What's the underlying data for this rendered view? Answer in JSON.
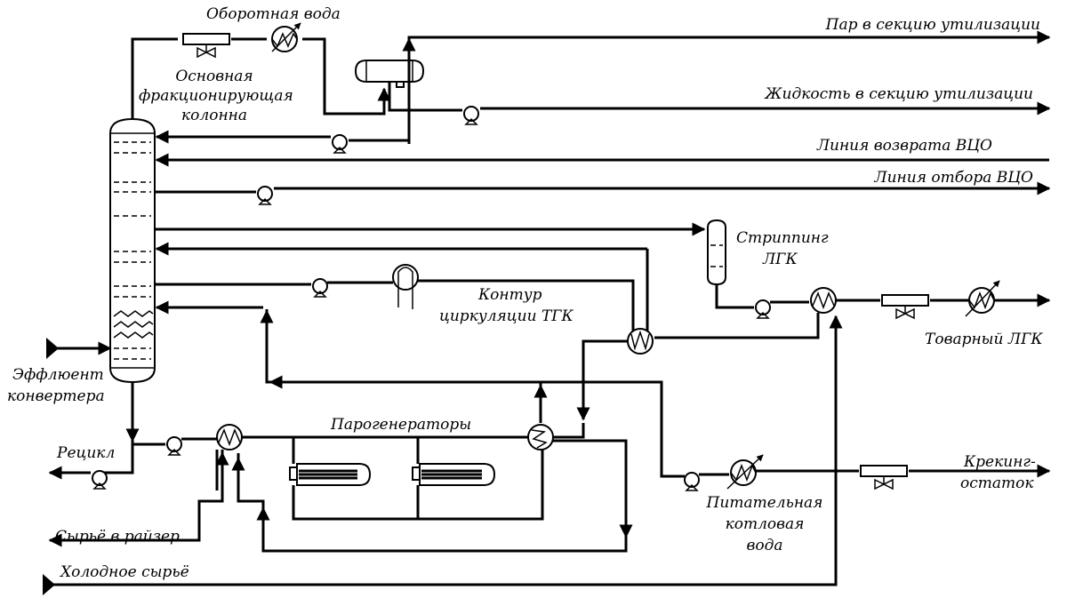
{
  "labels": {
    "recycled_water": "Оборотная вода",
    "steam_out": "Пар в секцию утилизации",
    "main_column_1": "Основная",
    "main_column_2": "фракционирующая",
    "main_column_3": "колонна",
    "liquid_out": "Жидкость в секцию утилизации",
    "hco_return": "Линия возврата ВЦО",
    "hco_draw": "Линия отбора ВЦО",
    "lco_stripping_1": "Стриппинг",
    "lco_stripping_2": "ЛГК",
    "hgo_loop_1": "Контур",
    "hgo_loop_2": "циркуляции ТГК",
    "product_lco": "Товарный ЛГК",
    "effluent_1": "Эффлюент",
    "effluent_2": "конвертера",
    "steam_generators": "Парогенераторы",
    "recycle": "Рецикл",
    "cracking_residue_1": "Крекинг-",
    "cracking_residue_2": "остаток",
    "riser_feed": "Сырьё в райзер",
    "boiler_water_1": "Питательная",
    "boiler_water_2": "котловая",
    "boiler_water_3": "вода",
    "cold_feed": "Холодное сырьё"
  }
}
